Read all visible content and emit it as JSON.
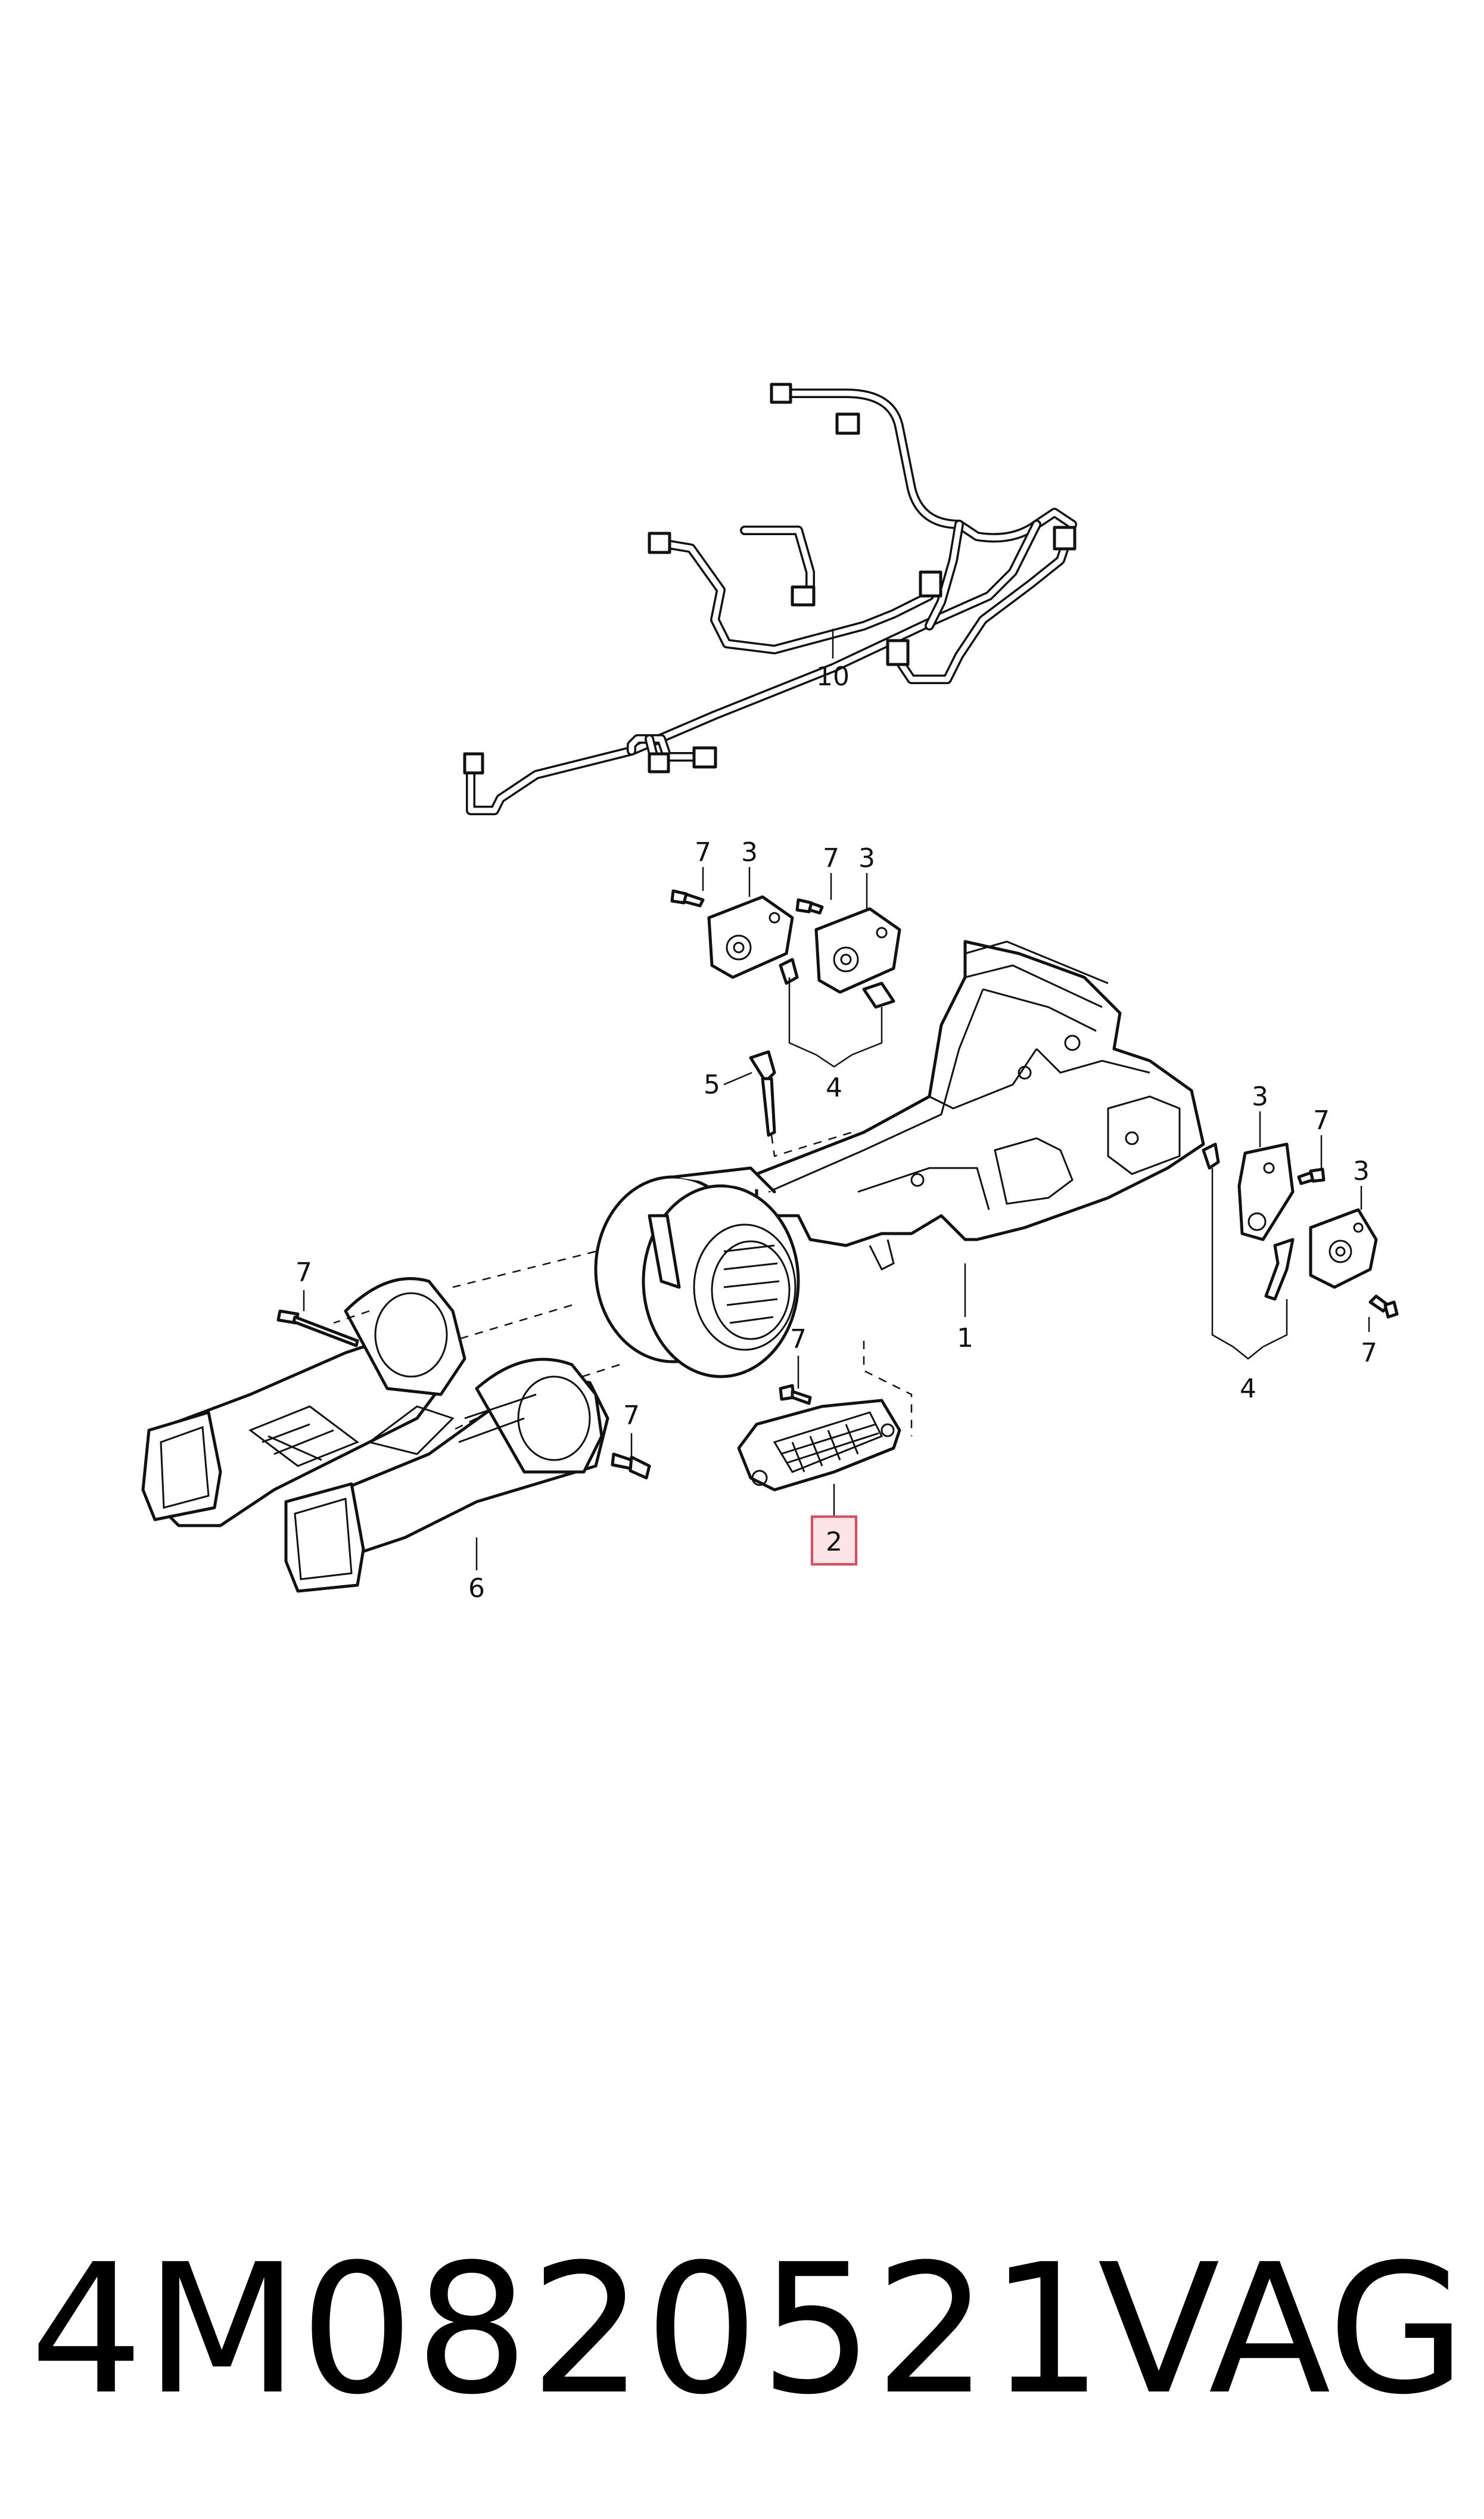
{
  "diagram": {
    "callouts": {
      "harness": "10",
      "servo_a": "3",
      "servo_a_screw": "7",
      "servo_b": "3",
      "servo_b_screw": "7",
      "linkage_top": "4",
      "sensor": "5",
      "housing": "1",
      "servo_c": "3",
      "servo_c_screw": "7",
      "servo_d": "3",
      "servo_d_screw": "7",
      "linkage_right": "4",
      "duct_screw_left": "7",
      "duct_screw_mid": "7",
      "duct": "6",
      "resistor_screw": "7",
      "resistor_highlighted": "2"
    }
  },
  "footer": {
    "part_number": "4M0820521",
    "brand": "VAG"
  }
}
